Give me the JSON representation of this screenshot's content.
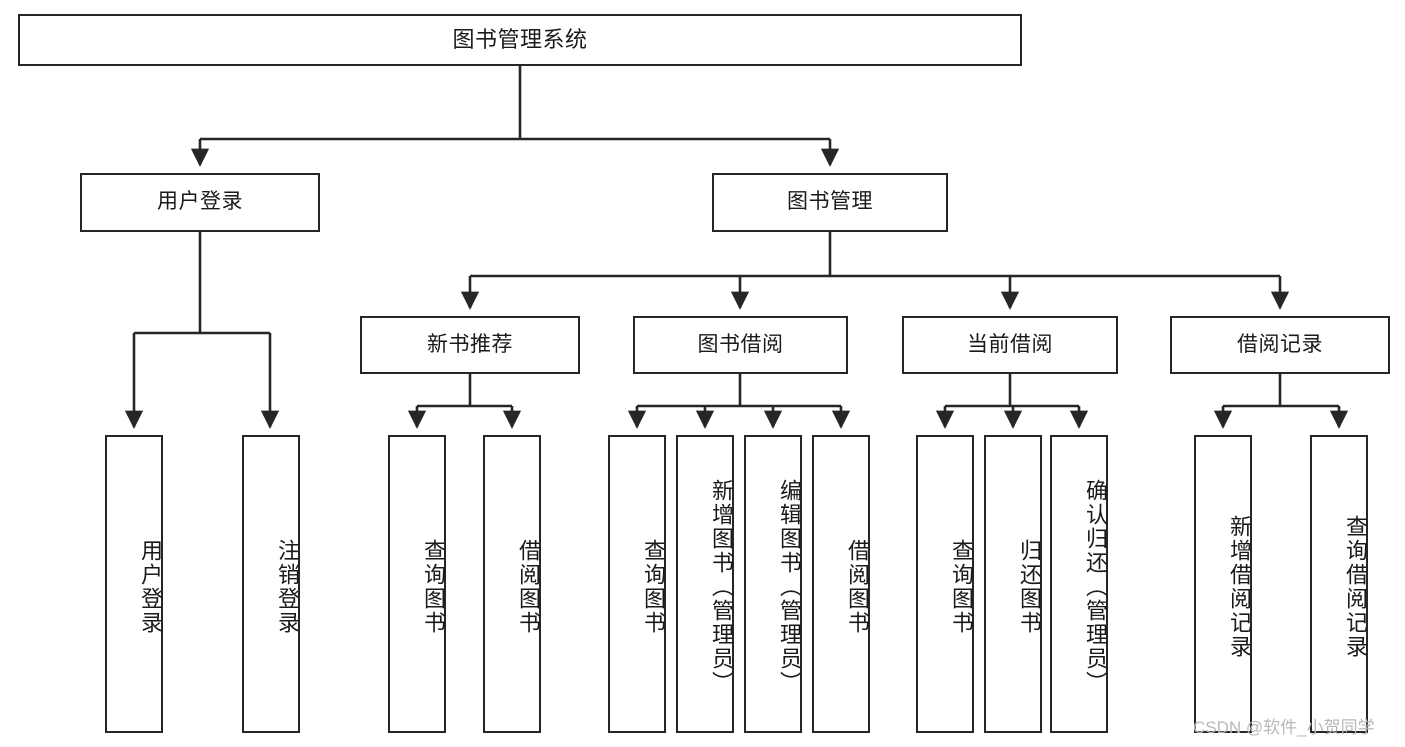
{
  "diagram": {
    "title": "图书管理系统",
    "type": "hierarchy-tree",
    "watermark": "CSDN @软件_小贺同学",
    "colors": {
      "stroke": "#262626",
      "fill": "#ffffff",
      "text": "#1a1a1a",
      "watermark": "#b8b8b8"
    },
    "levels": {
      "root": {
        "label": "图书管理系统"
      },
      "level2": [
        {
          "label": "用户登录"
        },
        {
          "label": "图书管理"
        }
      ],
      "level3": [
        {
          "label": "新书推荐"
        },
        {
          "label": "图书借阅"
        },
        {
          "label": "当前借阅"
        },
        {
          "label": "借阅记录"
        }
      ],
      "leaves": {
        "user_login": [
          {
            "label": "用户登录"
          },
          {
            "label": "注销登录"
          }
        ],
        "new_book_recommend": [
          {
            "label": "查询图书"
          },
          {
            "label": "借阅图书"
          }
        ],
        "book_borrow": [
          {
            "label": "查询图书"
          },
          {
            "label": "新增图书（管理员）"
          },
          {
            "label": "编辑图书（管理员）"
          },
          {
            "label": "借阅图书"
          }
        ],
        "current_borrow": [
          {
            "label": "查询图书"
          },
          {
            "label": "归还图书"
          },
          {
            "label": "确认归还（管理员）"
          }
        ],
        "borrow_records": [
          {
            "label": "新增借阅记录"
          },
          {
            "label": "查询借阅记录"
          }
        ]
      }
    }
  }
}
